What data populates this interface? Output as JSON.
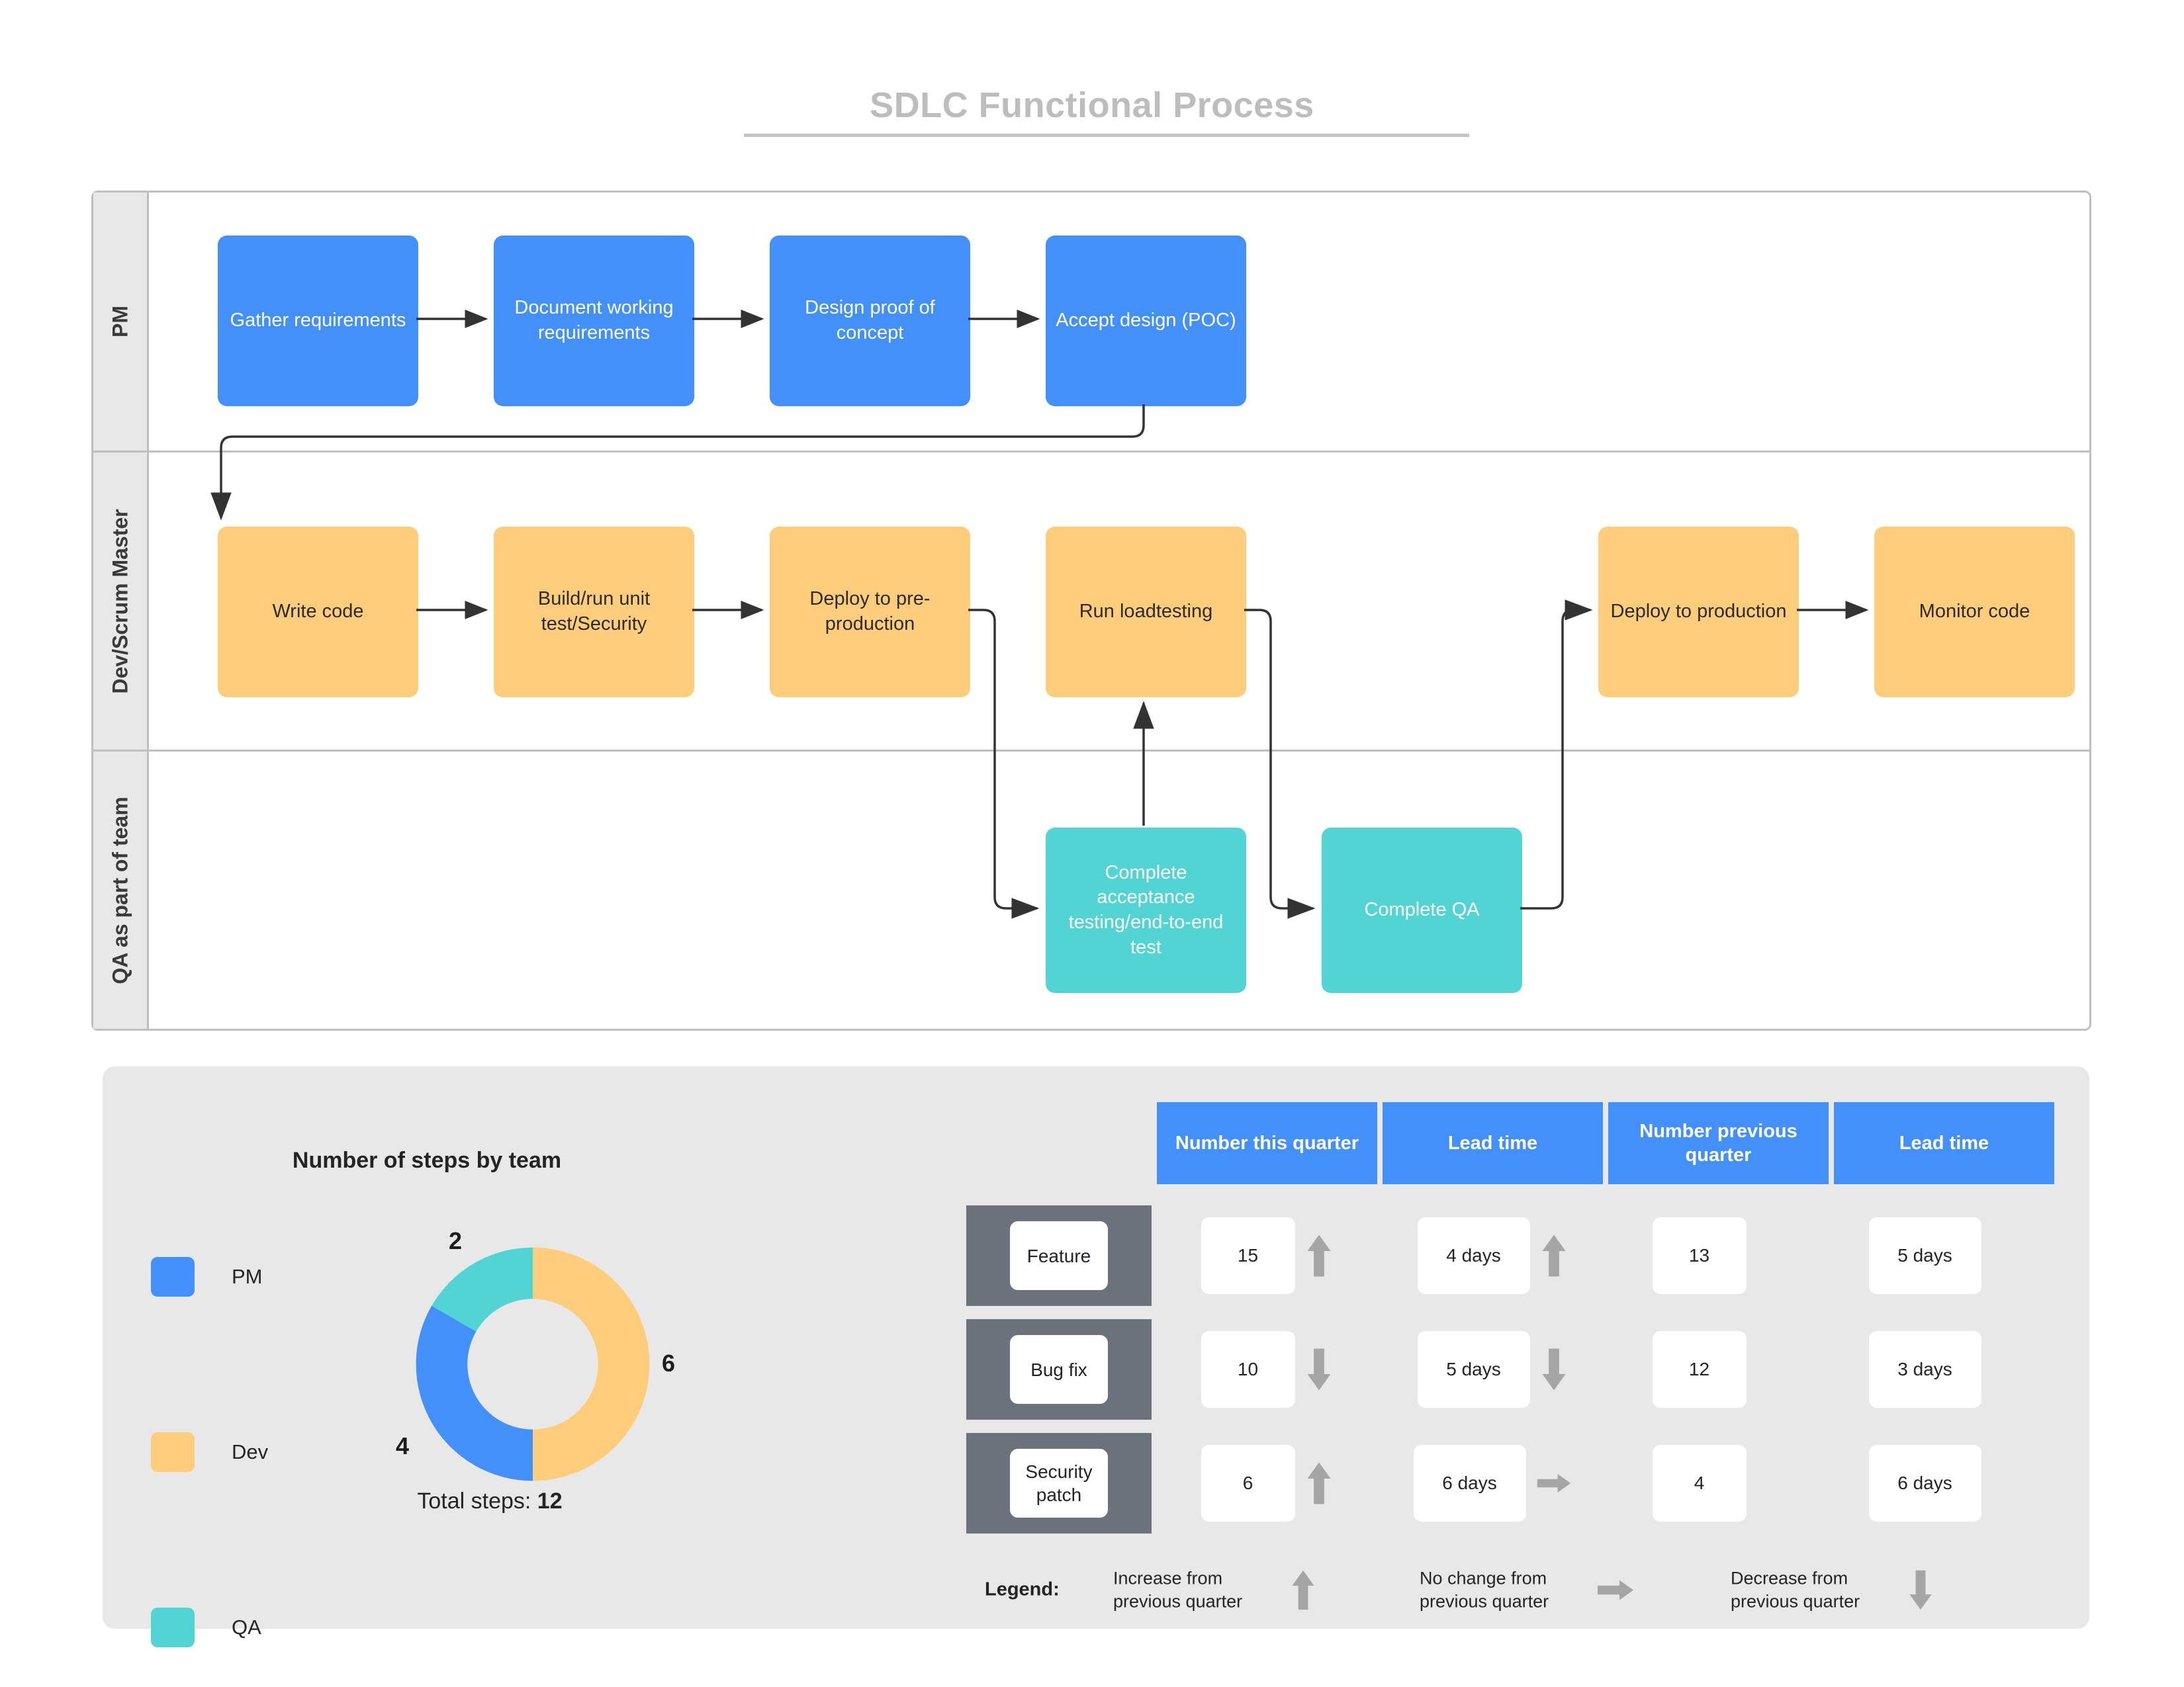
{
  "title": "SDLC Functional Process",
  "swimlanes": [
    {
      "id": "pm",
      "label": "PM"
    },
    {
      "id": "dev",
      "label": "Dev/Scrum Master"
    },
    {
      "id": "qa",
      "label": "QA as part of team"
    }
  ],
  "nodes": {
    "pm": [
      {
        "label": "Gather requirements"
      },
      {
        "label": "Document working requirements"
      },
      {
        "label": "Design proof of concept"
      },
      {
        "label": "Accept design (POC)"
      }
    ],
    "dev": [
      {
        "label": "Write code"
      },
      {
        "label": "Build/run unit test/Security"
      },
      {
        "label": "Deploy to pre-production"
      },
      {
        "label": "Run loadtesting"
      },
      {
        "label": "Deploy to production"
      },
      {
        "label": "Monitor code"
      }
    ],
    "qa": [
      {
        "label": "Complete acceptance testing/end-to-end test"
      },
      {
        "label": "Complete QA"
      }
    ]
  },
  "colors": {
    "pm": "#4490fb",
    "dev": "#fdcd7b",
    "qa": "#52d4d4",
    "header_blue": "#4490fb",
    "row_label_dark": "#6b727c",
    "panel_bg": "#e8e8e8",
    "arrow_gray": "#a5a5a5",
    "title_gray": "#bdbdbd"
  },
  "chart_data": {
    "type": "pie",
    "title": "Number of steps by team",
    "categories": [
      "PM",
      "Dev",
      "QA"
    ],
    "values": [
      4,
      6,
      2
    ],
    "colors": [
      "#4490fb",
      "#fdcd7b",
      "#52d4d4"
    ],
    "total_label": "Total steps:",
    "total_value": "12",
    "legend_position": "left",
    "donut": true,
    "labels": {
      "PM": "4",
      "Dev": "6",
      "QA": "2"
    }
  },
  "table": {
    "headers": [
      "Number\nthis quarter",
      "Lead time",
      "Number previous\nquarter",
      "Lead time"
    ],
    "headers_flat": [
      "Number this quarter",
      "Lead time",
      "Number previous quarter",
      "Lead time"
    ],
    "rows": [
      {
        "label": "Feature",
        "number_this_quarter": "15",
        "number_trend": "up",
        "lead_time_this_quarter": "4 days",
        "lead_time_trend": "up",
        "number_previous_quarter": "13",
        "lead_time_previous_quarter": "5 days"
      },
      {
        "label": "Bug fix",
        "number_this_quarter": "10",
        "number_trend": "down",
        "lead_time_this_quarter": "5 days",
        "lead_time_trend": "down",
        "number_previous_quarter": "12",
        "lead_time_previous_quarter": "3 days"
      },
      {
        "label": "Security patch",
        "number_this_quarter": "6",
        "number_trend": "up",
        "lead_time_this_quarter": "6 days",
        "lead_time_trend": "right",
        "number_previous_quarter": "4",
        "lead_time_previous_quarter": "6 days"
      }
    ]
  },
  "legend": {
    "title": "Legend:",
    "entries": [
      {
        "text": "Increase from previous quarter",
        "icon": "arrow-up-icon"
      },
      {
        "text": "No change from previous quarter",
        "icon": "arrow-right-icon"
      },
      {
        "text": "Decrease from previous quarter",
        "icon": "arrow-down-icon"
      }
    ]
  }
}
